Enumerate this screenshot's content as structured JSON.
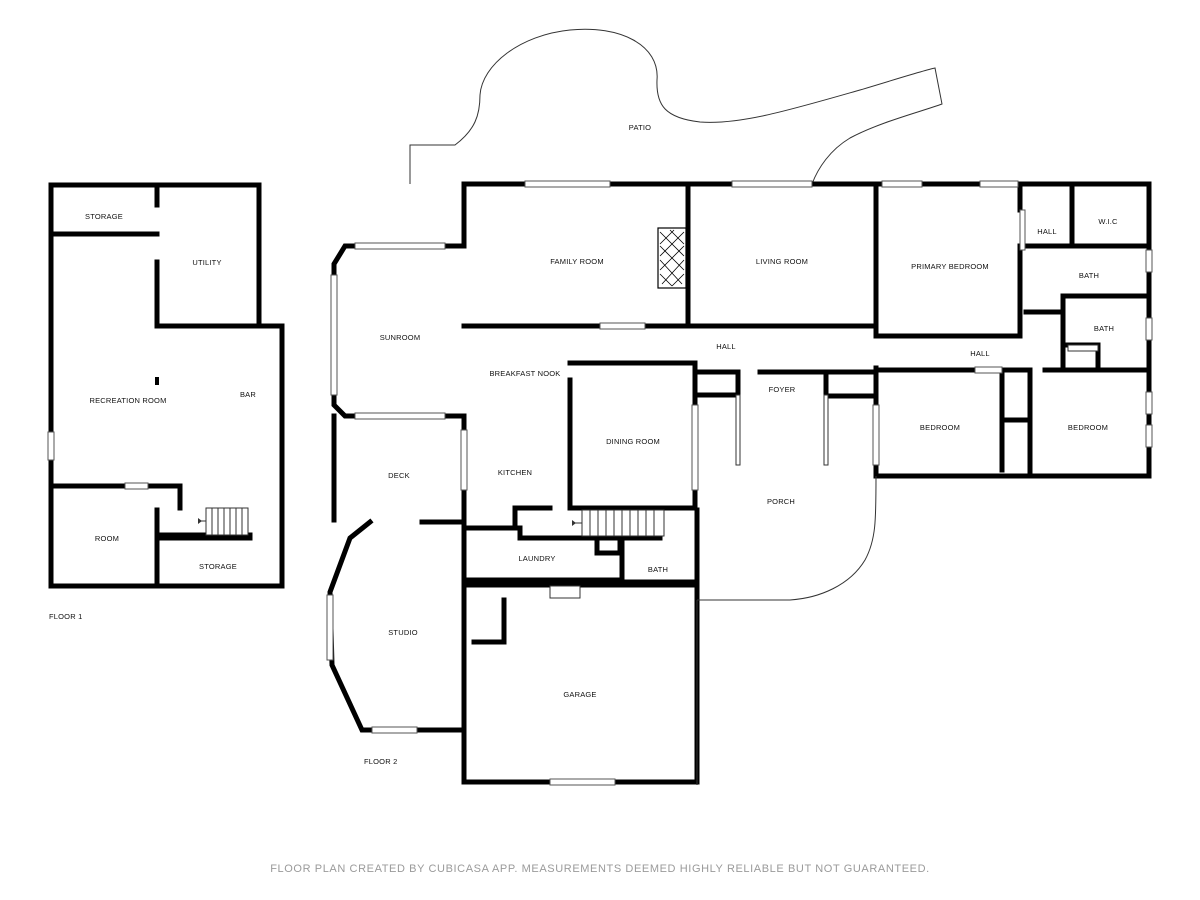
{
  "floor1": {
    "title": "FLOOR 1",
    "rooms": {
      "storage_top": "STORAGE",
      "utility": "UTILITY",
      "recreation_room": "RECREATION ROOM",
      "bar": "BAR",
      "room": "ROOM",
      "storage_bottom": "STORAGE"
    }
  },
  "floor2": {
    "title": "FLOOR 2",
    "rooms": {
      "patio": "PATIO",
      "family_room": "FAMILY ROOM",
      "living_room": "LIVING ROOM",
      "primary_bedroom": "PRIMARY BEDROOM",
      "hall_small": "HALL",
      "wic": "W.I.C",
      "bath_upper": "BATH",
      "bath_middle": "BATH",
      "sunroom": "SUNROOM",
      "hall_center": "HALL",
      "hall_right": "HALL",
      "breakfast_nook": "BREAKFAST NOOK",
      "foyer": "FOYER",
      "dining_room": "DINING ROOM",
      "bedroom_left": "BEDROOM",
      "bedroom_right": "BEDROOM",
      "deck": "DECK",
      "kitchen": "KITCHEN",
      "porch": "PORCH",
      "laundry": "LAUNDRY",
      "bath_lower": "BATH",
      "studio": "STUDIO",
      "garage": "GARAGE"
    }
  },
  "footer": {
    "note": "FLOOR PLAN CREATED BY CUBICASA APP. MEASUREMENTS DEEMED HIGHLY RELIABLE BUT NOT GUARANTEED."
  }
}
